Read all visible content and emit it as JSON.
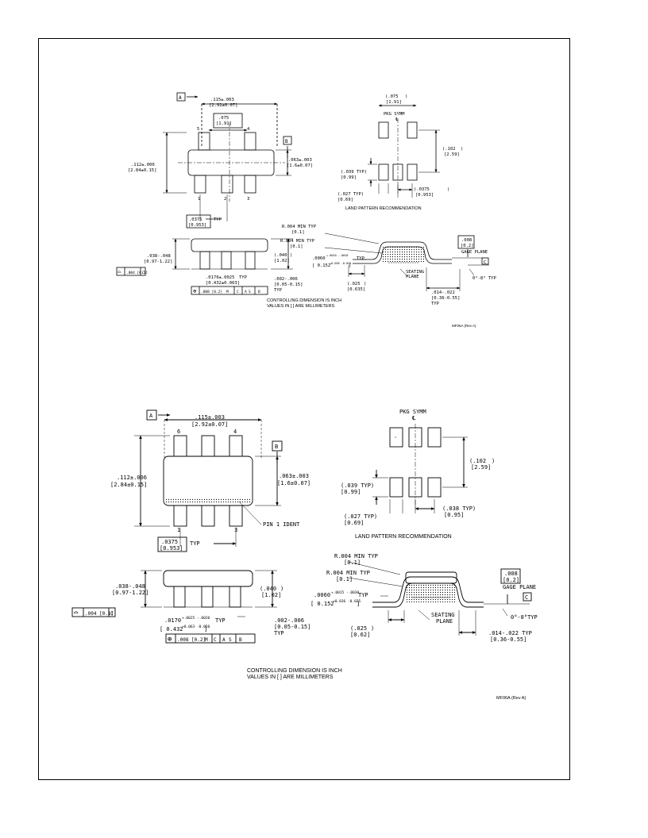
{
  "drawing_top": {
    "pkg": {
      "datum_a": "A",
      "width_in": ".115±.003",
      "width_mm": "[2.92±0.07]",
      "pitch2_in": ".075",
      "pitch2_mm": "[1.91]",
      "pin5": "5",
      "pin4": "4",
      "pin1": "1",
      "pin2": "2",
      "pin3": "3",
      "datum_b": "B",
      "height_in": ".112±.006",
      "height_mm": "[2.84±0.15]",
      "body_in": ".063±.003",
      "body_mm": "[1.6±0.07]",
      "pitch_in": ".0375",
      "pitch_mm": "[0.953]",
      "typ": "TYP"
    },
    "land": {
      "span_in": "(.075",
      "span_close": ")",
      "span_mm": "[1.91]",
      "symm": "PKG SYMM",
      "cl": "℄",
      "row_in": "(.102",
      "row_close": ")",
      "row_mm": "[2.59]",
      "pad_w_in": "(.039  TYP)",
      "pad_w_mm": "[0.99]",
      "pad_l_in": "(.027  TYP)",
      "pad_l_mm": "[0.69]",
      "pitch_in": "(.0375",
      "pitch_close": ")",
      "pitch_mm": "[0.953]",
      "caption": "LAND PATTERN RECOMMENDATION"
    },
    "side": {
      "ht_in": ".038-.048",
      "ht_mm": "[0.97-1.22]",
      "max_in": "(.040",
      "max_close": ")",
      "max_mm": "[1.02]",
      "flat_tol": ".004 [0.1]",
      "flat_datum": "C",
      "lead_in": ".0170±.0025",
      "lead_typ": "TYP",
      "lead_mm": "[0.432±0.063]",
      "fcf_tol": ".008 [0.2]",
      "fcf_m": "M",
      "fcf_c": "C",
      "fcf_a": "A",
      "fcf_s": "S",
      "fcf_b": "B",
      "standoff_in": ".002-.006",
      "standoff_mm": "[0.05-0.15]",
      "standoff_typ": "TYP"
    },
    "detail": {
      "r1_in": "R.004  MIN TYP",
      "r1_mm": "[0.1]",
      "r2_in": "R.004  MIN TYP",
      "r2_mm": "[0.1]",
      "thk_in": ".0060",
      "thk_tol": "+.0010 -.0010",
      "thk_typ": "TYP",
      "thk_mm": "[ 0.152",
      "thk_mm_tol": "+0.036 -0.025",
      "thk_close": "]",
      "gage_in": ".008",
      "gage_mm": "[0.2]",
      "gage": "GAGE PLANE",
      "datum_c": "C",
      "angle": "0°-8° TYP",
      "seating1": "SEATING",
      "seating2": "PLANE",
      "foot_in": "(.025",
      "foot_close": ")",
      "foot_mm": "[0.635]",
      "ll_in": ".014-.022",
      "ll_mm": "[0.36-0.55]",
      "ll_typ": "TYP"
    },
    "ctrl1": "CONTROLLING DIMENSION IS INCH",
    "ctrl2": "VALUES IN [ ] ARE MILLIMETERS",
    "rev": "MF05A (Rev A)"
  },
  "drawing_bottom": {
    "pkg": {
      "datum_a": "A",
      "width_in": ".115±.003",
      "width_mm": "[2.92±0.07]",
      "pin6": "6",
      "pin4": "4",
      "pin1": "1",
      "pin3": "3",
      "datum_b": "B",
      "height_in": ".112±.006",
      "height_mm": "[2.84±0.15]",
      "body_in": ".063±.003",
      "body_mm": "[1.6±0.07]",
      "pin1_ident": "PIN 1 IDENT",
      "pitch_in": ".0375",
      "pitch_mm": "[0.953]",
      "typ": "TYP"
    },
    "land": {
      "symm": "PKG SYMM",
      "cl": "℄",
      "row_in": "(.102",
      "row_close": ")",
      "row_mm": "[2.59]",
      "pad_w_in": "(.039  TYP)",
      "pad_w_mm": "[0.99]",
      "pad_l_in": "(.027  TYP)",
      "pad_l_mm": "[0.69]",
      "pitch_in": "(.038  TYP)",
      "pitch_mm": "[0.95]",
      "caption": "LAND PATTERN RECOMMENDATION"
    },
    "side": {
      "ht_in": ".038-.048",
      "ht_mm": "[0.97-1.22]",
      "max_in": "(.040",
      "max_close": ")",
      "max_mm": "[1.02]",
      "flat_tol": ".004 [0.1]",
      "flat_datum": "C",
      "lead_in": ".0170",
      "lead_tol": "+.0025 -.0020",
      "lead_typ": "TYP",
      "lead_mm": "[ 0.432",
      "lead_mm_tol": "+0.063 -0.050",
      "lead_close": "]",
      "fcf_tol": ".008 [0.2]",
      "fcf_m": "M",
      "fcf_c": "C",
      "fcf_a": "A",
      "fcf_s": "S",
      "fcf_b": "B",
      "standoff_in": ".002-.006",
      "standoff_mm": "[0.05-0.15]",
      "standoff_typ": "TYP"
    },
    "detail": {
      "r1_in": "R.004 MIN TYP",
      "r1_mm": "[0.1]",
      "r2_in": "R.004 MIN TYP",
      "r2_mm": "[0.1]",
      "thk_in": ".0060",
      "thk_tol": "+.0015 -.0030",
      "thk_typ": "TYP",
      "thk_mm": "[ 0.152",
      "thk_mm_tol": "+0.036 -0.025",
      "thk_close": "]",
      "gage_in": ".008",
      "gage_mm": "[0.2]",
      "gage": "GAGE PLANE",
      "datum_c": "C",
      "angle": "0°-8°TYP",
      "seating1": "SEATING",
      "seating2": "PLANE",
      "foot_in": "(.025",
      "foot_close": ")",
      "foot_mm": "[0.62]",
      "ll_in": ".014-.022  TYP",
      "ll_mm": "[0.36-0.55]"
    },
    "ctrl1": "CONTROLLING DIMENSION IS INCH",
    "ctrl2": "VALUES IN [ ] ARE MILLIMETERS",
    "rev": "MF06A (Rev A)"
  }
}
